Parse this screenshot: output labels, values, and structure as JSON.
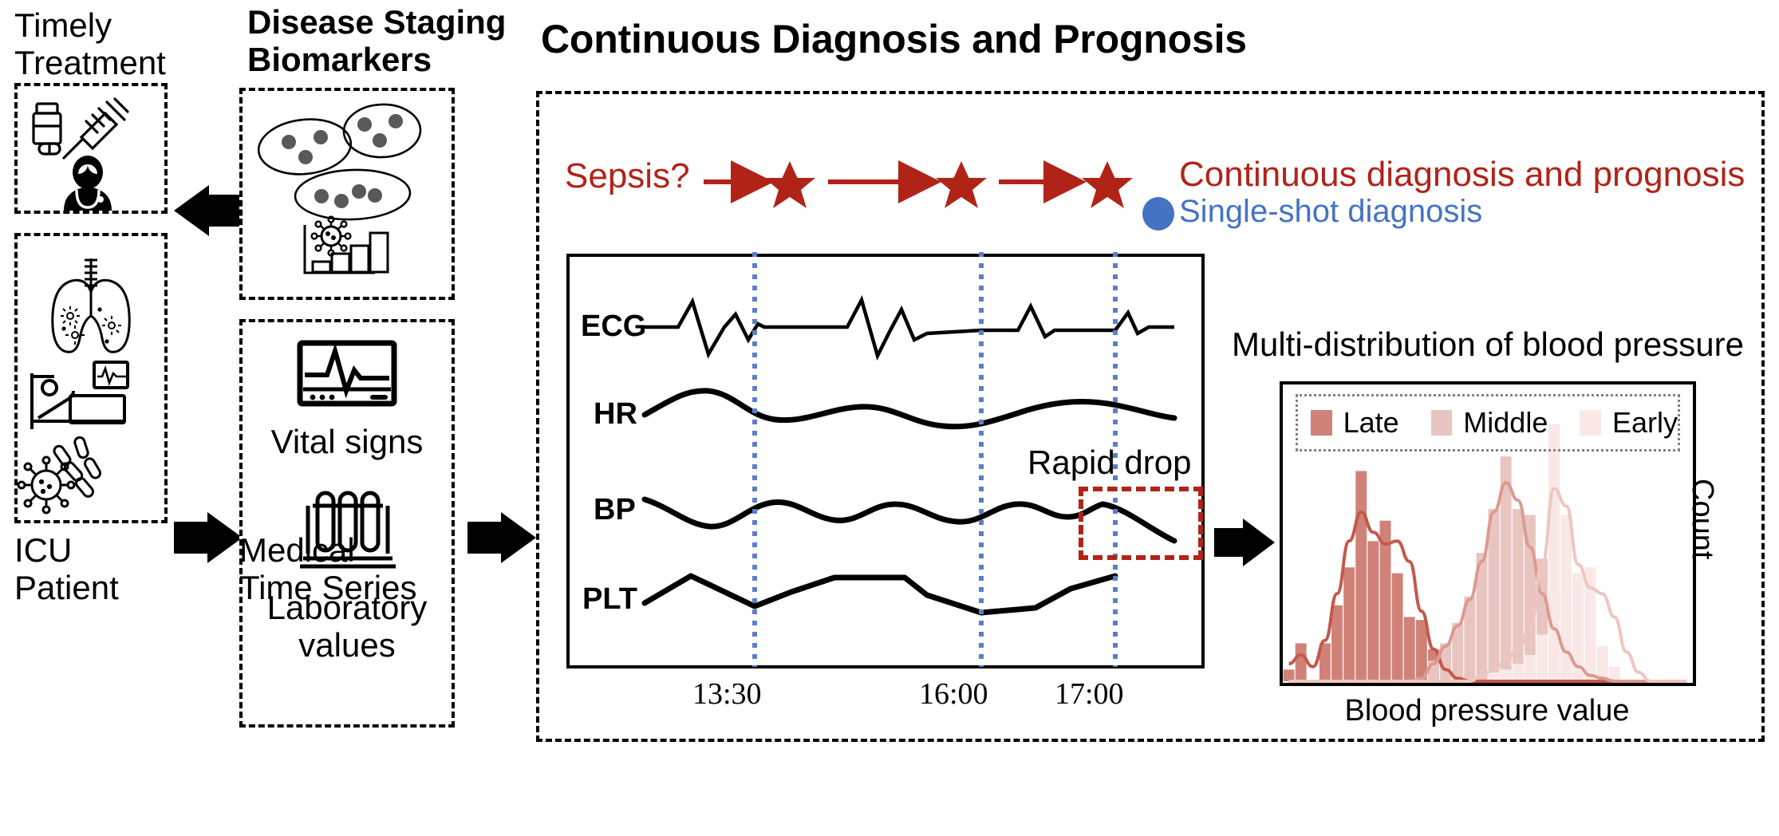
{
  "colors": {
    "red_dark": "#b02418",
    "blue": "#4573c4",
    "late": "#d08278",
    "middle": "#e8c5c0",
    "early": "#f9e8e6",
    "kde_late": "#c4584c",
    "kde_middle": "#dc9a90",
    "kde_early": "#eec6c0",
    "black": "#000000",
    "dotted_blue": "#5b7fc4"
  },
  "left_column": {
    "treatment_caption": "Timely\nTreatment",
    "patient_caption": "ICU\nPatient"
  },
  "second_column": {
    "biomarkers_caption": "Disease Staging\nBiomarkers",
    "timeseries_caption": "Medical\nTime Series",
    "vital_signs_label": "Vital signs",
    "laboratory_label": "Laboratory\nvalues"
  },
  "main_panel": {
    "title": "Continuous Diagnosis and Prognosis",
    "question_label": "Sepsis?",
    "legend": {
      "continuous": "Continuous diagnosis and prognosis",
      "single_shot": "Single-shot diagnosis"
    },
    "annotation": "Rapid drop",
    "signals": [
      "ECG",
      "HR",
      "BP",
      "PLT"
    ],
    "time_ticks": [
      "13:30",
      "16:00",
      "17:00"
    ]
  },
  "histogram_panel": {
    "title": "Multi-distribution of blood pressure",
    "xlabel": "Blood pressure value",
    "ylabel": "Count"
  },
  "chart_data": {
    "type": "bar",
    "title": "Multi-distribution of blood pressure",
    "xlabel": "Blood pressure value",
    "ylabel": "Count",
    "grid": false,
    "legend_position": "top",
    "legend_entries": [
      "Late",
      "Middle",
      "Early"
    ],
    "xlim": [
      0,
      34
    ],
    "ylim": [
      0,
      100
    ],
    "series": [
      {
        "name": "Late",
        "color": "#d08278",
        "bin_start": 0,
        "values": [
          4,
          13,
          0,
          13,
          26,
          39,
          72,
          48,
          55,
          37,
          22,
          21,
          11,
          0,
          0,
          0,
          0,
          0,
          0,
          0,
          0,
          0,
          0,
          0,
          0,
          0,
          0,
          0,
          0,
          0,
          0,
          0,
          0,
          0
        ],
        "kde": [
          6,
          9,
          5,
          14,
          30,
          48,
          58,
          51,
          47,
          48,
          41,
          24,
          11,
          4,
          1,
          0,
          0,
          0,
          0,
          0,
          0,
          0,
          0,
          0,
          0,
          0,
          0,
          0,
          0,
          0,
          0,
          0,
          0,
          0
        ]
      },
      {
        "name": "Middle",
        "color": "#e8c5c0",
        "bin_start": 12,
        "values": [
          0,
          0,
          0,
          0,
          0,
          0,
          0,
          0,
          0,
          0,
          0,
          0,
          7,
          13,
          20,
          29,
          44,
          59,
          77,
          59,
          57,
          42,
          31,
          10,
          3,
          2,
          1,
          0,
          0,
          0,
          0,
          0,
          0,
          0
        ],
        "kde": [
          0,
          0,
          0,
          0,
          0,
          0,
          0,
          0,
          0,
          0,
          0,
          1,
          6,
          12,
          19,
          28,
          41,
          58,
          68,
          62,
          46,
          30,
          18,
          10,
          5,
          2,
          1,
          0,
          0,
          0,
          0,
          0,
          0,
          0
        ]
      },
      {
        "name": "Early",
        "color": "#f9e8e6",
        "bin_start": 17,
        "values": [
          0,
          0,
          0,
          0,
          0,
          0,
          0,
          0,
          0,
          0,
          0,
          0,
          0,
          0,
          0,
          0,
          0,
          3,
          4,
          6,
          9,
          16,
          88,
          57,
          37,
          39,
          12,
          5,
          0,
          0,
          0,
          0,
          0,
          0
        ],
        "kde": [
          0,
          0,
          0,
          0,
          0,
          0,
          0,
          0,
          0,
          0,
          0,
          0,
          0,
          0,
          0,
          0,
          2,
          4,
          7,
          11,
          18,
          40,
          66,
          60,
          40,
          32,
          30,
          22,
          10,
          3,
          0,
          0,
          0,
          0
        ]
      }
    ]
  },
  "icons": {
    "pill_bottle": "pill-bottle-icon",
    "syringe": "syringe-icon",
    "doctor": "doctor-icon",
    "lungs": "infected-lungs-icon",
    "patient_bed": "patient-in-bed-icon",
    "bacteria": "bacteria-icon",
    "virus": "virus-icon",
    "monitor": "vital-signs-monitor-icon",
    "test_tubes": "test-tubes-icon",
    "clusters": "biomarker-clusters-icon",
    "bar_virus": "virus-bar-chart-icon"
  }
}
